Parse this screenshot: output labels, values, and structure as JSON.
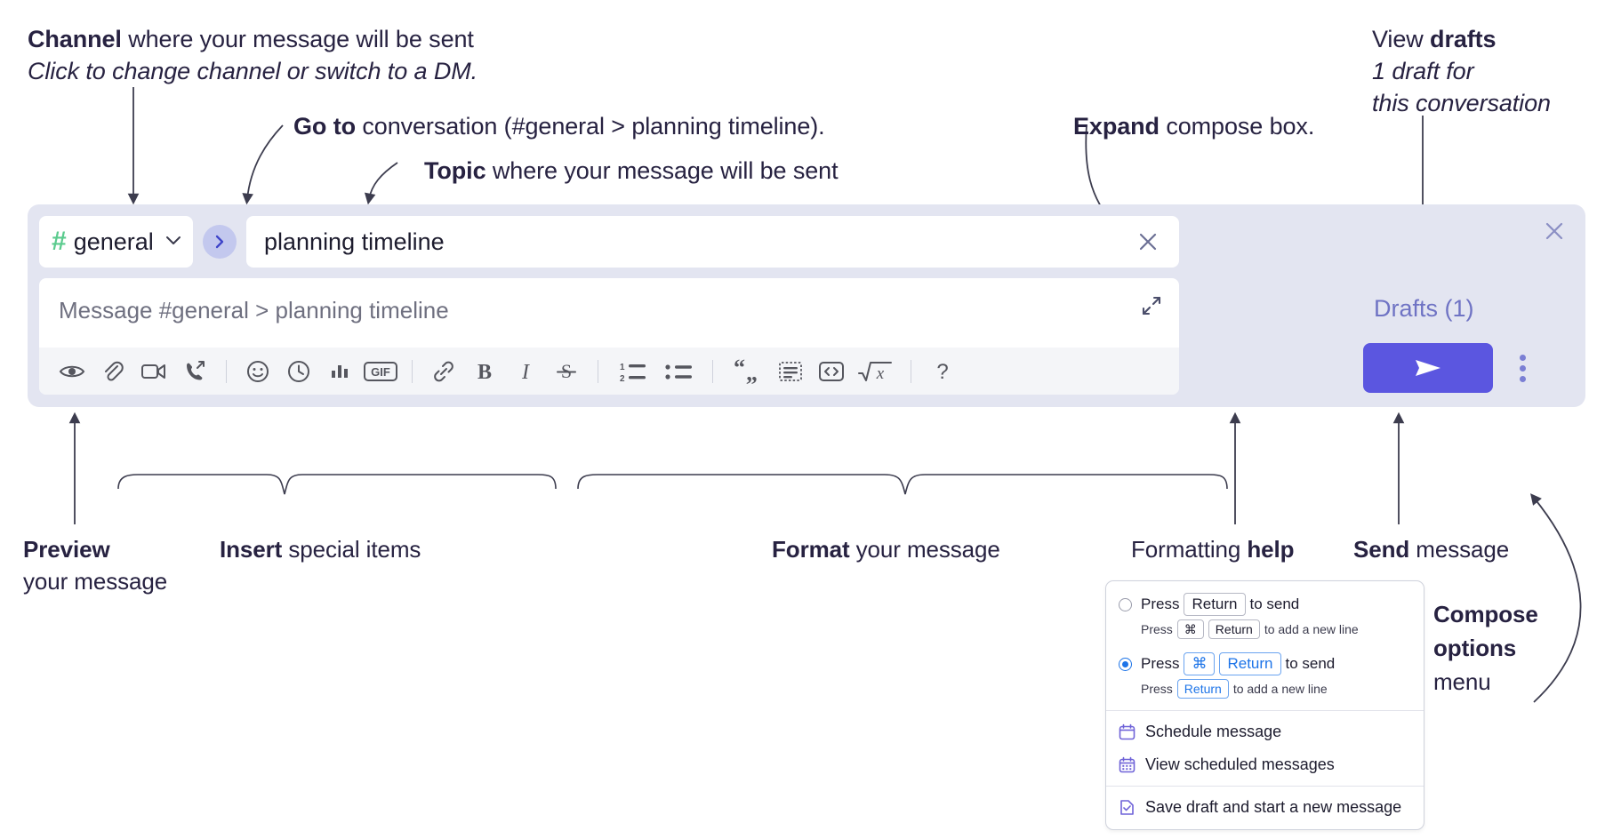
{
  "annotations": {
    "channel": {
      "bold": "Channel",
      "rest": " where your message will be sent",
      "italic": "Click to change channel or switch to a DM."
    },
    "goto": {
      "bold": "Go to",
      "rest": " conversation (#general > planning timeline)."
    },
    "topic": {
      "bold": "Topic",
      "rest": " where your message will be sent"
    },
    "expand": {
      "bold": "Expand",
      "rest": " compose box."
    },
    "drafts": {
      "plain": "View ",
      "bold": "drafts",
      "italic1": "1 draft for",
      "italic2": "this conversation"
    },
    "preview": {
      "bold": "Preview",
      "rest": "your message"
    },
    "insert": {
      "bold": "Insert",
      "rest": " special items"
    },
    "format": {
      "bold": "Format",
      "rest": " your message"
    },
    "help": {
      "plain": "Formatting ",
      "bold": "help"
    },
    "send": {
      "bold": "Send",
      "rest": " message"
    },
    "compose_options": {
      "bold1": "Compose",
      "bold2": "options",
      "rest": "menu"
    }
  },
  "composer": {
    "channel": {
      "hash": "#",
      "name": "general",
      "chevron_icon": "chevron-down-icon"
    },
    "goto_icon": "chevron-right-icon",
    "topic": {
      "value": "planning timeline",
      "clear_icon": "close-icon"
    },
    "message": {
      "placeholder": "Message #general > planning timeline",
      "value": ""
    },
    "expand_icon": "expand-icon",
    "panel_close_icon": "close-icon",
    "drafts_label": "Drafts (1)",
    "send_icon": "send-icon",
    "options_icon": "kebab-menu-icon",
    "toolbar": [
      {
        "name": "preview-icon",
        "label": "Preview"
      },
      {
        "name": "attachment-icon",
        "label": "Attach file"
      },
      {
        "name": "video-icon",
        "label": "Video clip"
      },
      {
        "name": "audio-call-icon",
        "label": "Audio clip"
      },
      {
        "name": "separator",
        "label": ""
      },
      {
        "name": "emoji-icon",
        "label": "Emoji"
      },
      {
        "name": "clock-icon",
        "label": "Reminder"
      },
      {
        "name": "poll-icon",
        "label": "Poll"
      },
      {
        "name": "gif-icon",
        "label": "GIF"
      },
      {
        "name": "separator",
        "label": ""
      },
      {
        "name": "link-icon",
        "label": "Link"
      },
      {
        "name": "bold-icon",
        "label": "B"
      },
      {
        "name": "italic-icon",
        "label": "I"
      },
      {
        "name": "strikethrough-icon",
        "label": "S"
      },
      {
        "name": "separator",
        "label": ""
      },
      {
        "name": "ordered-list-icon",
        "label": "Ordered list"
      },
      {
        "name": "bulleted-list-icon",
        "label": "Bulleted list"
      },
      {
        "name": "separator",
        "label": ""
      },
      {
        "name": "blockquote-icon",
        "label": "Blockquote"
      },
      {
        "name": "code-block-icon",
        "label": "Code block"
      },
      {
        "name": "inline-code-icon",
        "label": "Code"
      },
      {
        "name": "latex-icon",
        "label": "Math"
      },
      {
        "name": "separator",
        "label": ""
      },
      {
        "name": "help-icon",
        "label": "?"
      }
    ],
    "gif_label": "GIF",
    "bold_label": "B",
    "italic_label": "I",
    "strike_label": "S",
    "help_label": "?"
  },
  "popup": {
    "option1": {
      "press": "Press",
      "key": "Return",
      "tail": "to send",
      "sub_press": "Press",
      "sub_key1": "⌘",
      "sub_key2": "Return",
      "sub_tail": "to add a new line",
      "selected": false
    },
    "option2": {
      "press": "Press",
      "key1": "⌘",
      "key2": "Return",
      "tail": "to send",
      "sub_press": "Press",
      "sub_key": "Return",
      "sub_tail": "to add a new line",
      "selected": true
    },
    "items": [
      {
        "icon": "calendar-icon",
        "label": "Schedule message"
      },
      {
        "icon": "calendar-grid-icon",
        "label": "View scheduled messages"
      },
      {
        "icon": "save-draft-icon",
        "label": "Save draft and start a new message"
      }
    ]
  },
  "colors": {
    "panel_bg": "#e3e5f1",
    "send_purple": "#5b56e0",
    "hash_green": "#5bcb8e",
    "goto_circle": "#c3c8ee",
    "drafts_text": "#6f73c4",
    "toolbar_bg": "#f4f5f8",
    "radio_blue": "#1d74e8"
  }
}
